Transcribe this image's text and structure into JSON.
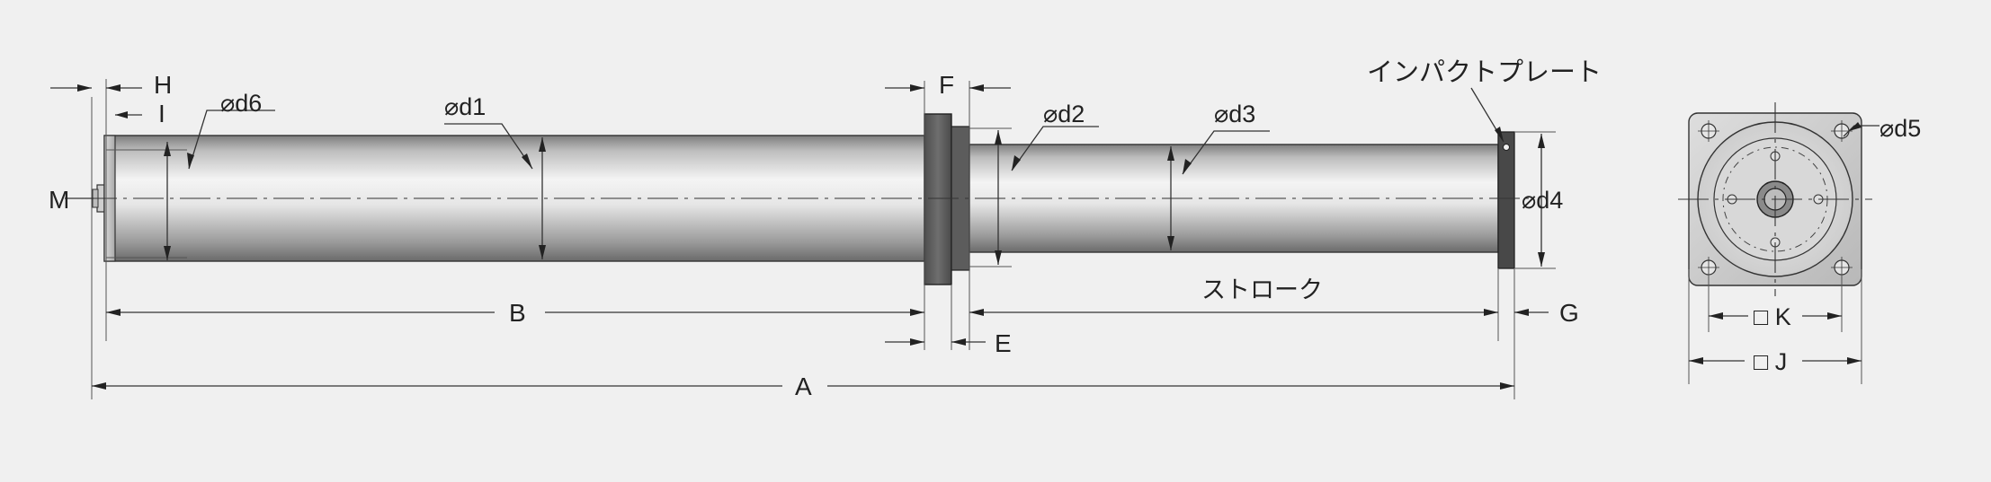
{
  "labels": {
    "H": "H",
    "I": "I",
    "M": "M",
    "d6": "⌀d6",
    "d1": "⌀d1",
    "F": "F",
    "d2": "⌀d2",
    "d3": "⌀d3",
    "impact_plate": "インパクトプレート",
    "d4": "⌀d4",
    "B": "B",
    "stroke": "ストローク",
    "G": "G",
    "E": "E",
    "A": "A",
    "d5": "⌀d5",
    "K": "□ K",
    "J": "□ J"
  },
  "colors": {
    "background": "#f0f0f0",
    "body_metal_dark": "#8a8a8a",
    "body_metal_light": "#f2f2f2",
    "flange": "#5a5a5a",
    "plate": "#4a4a4a",
    "line": "#222222"
  }
}
